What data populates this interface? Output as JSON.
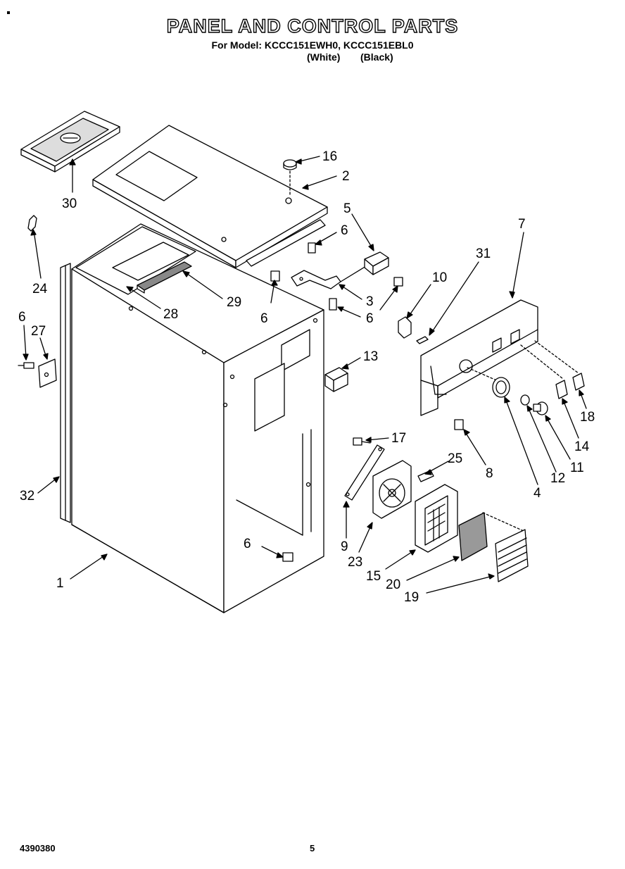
{
  "header": {
    "title": "PANEL AND CONTROL PARTS",
    "model_line": "For Model: KCCC151EWH0, KCCC151EBL0",
    "variant_white": "(White)",
    "variant_black": "(Black)"
  },
  "footer": {
    "doc_number": "4390380",
    "page_number": "5"
  },
  "callouts": {
    "c1": "1",
    "c2": "2",
    "c3": "3",
    "c4": "4",
    "c5": "5",
    "c6": "6",
    "c7": "7",
    "c8": "8",
    "c9": "9",
    "c10": "10",
    "c11": "11",
    "c12": "12",
    "c13": "13",
    "c14": "14",
    "c15": "15",
    "c16": "16",
    "c17": "17",
    "c18": "18",
    "c19": "19",
    "c20": "20",
    "c23": "23",
    "c24": "24",
    "c25": "25",
    "c27": "27",
    "c28": "28",
    "c29": "29",
    "c30": "30",
    "c31": "31",
    "c32": "32"
  }
}
